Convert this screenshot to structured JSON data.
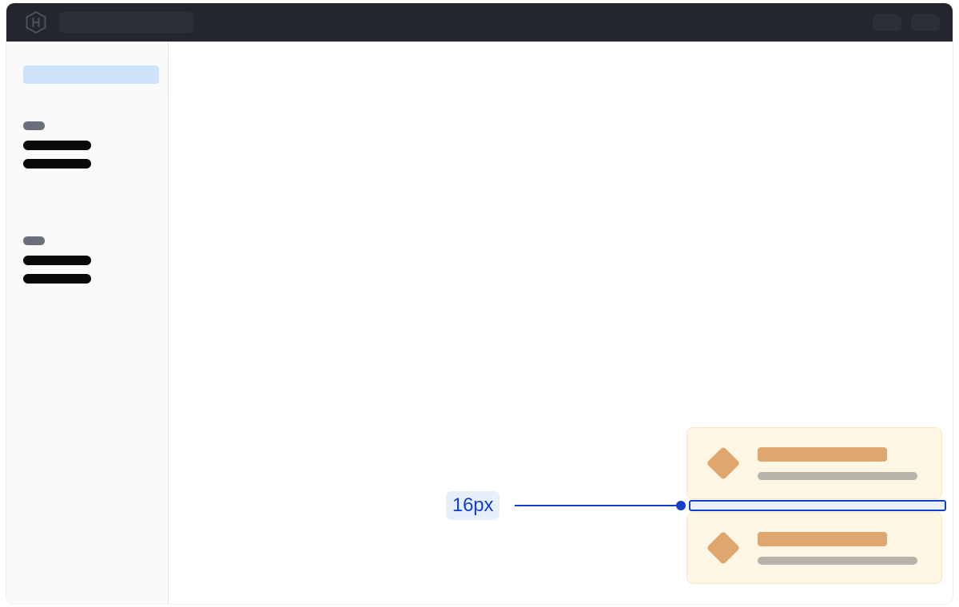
{
  "window": {
    "background": "#ffffff",
    "chrome_color": "#23262e"
  },
  "topbar": {
    "logo_name": "hashicorp-hexagon-logo",
    "search": {
      "value": "",
      "placeholder": ""
    },
    "right_items": [
      {
        "name": "topbar-placeholder-1",
        "label": ""
      },
      {
        "name": "topbar-placeholder-2",
        "label": ""
      }
    ]
  },
  "sidebar": {
    "background": "#fafafa",
    "border_color": "#e2e2e7",
    "selected_item": {
      "label": "",
      "highlight_color": "#cfe2fb"
    },
    "collapse_handle": {
      "label": ""
    },
    "groups": [
      {
        "heading": "",
        "items": [
          {
            "label": ""
          },
          {
            "label": ""
          }
        ]
      },
      {
        "heading": "",
        "items": [
          {
            "label": ""
          },
          {
            "label": ""
          }
        ]
      }
    ]
  },
  "main": {
    "cards": [
      {
        "icon": "diamond-icon",
        "title": "",
        "subtitle": "",
        "background": "#fdf6e4",
        "border_color": "#f6e7bf",
        "accent_color": "#dfa76d"
      },
      {
        "icon": "diamond-icon",
        "title": "",
        "subtitle": "",
        "background": "#fdf6e4",
        "border_color": "#f6e7bf",
        "accent_color": "#dfa76d"
      }
    ]
  },
  "measurement": {
    "value_label": "16px",
    "accent_color": "#1240ca",
    "badge_background": "#e7effb",
    "strip_fill": "#eaf0fc",
    "property": "gap"
  }
}
